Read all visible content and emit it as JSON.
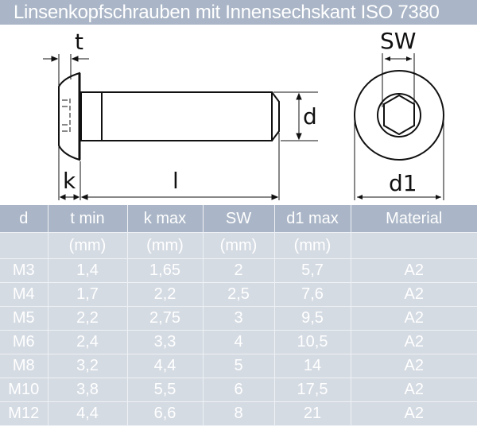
{
  "title": "Linsenkopfschrauben mit Innensechskant ISO 7380",
  "drawing": {
    "labels": {
      "t": "t",
      "k": "k",
      "l": "l",
      "d": "d",
      "sw": "SW",
      "d1": "d1"
    },
    "icons": [
      "side-view-screw-drawing",
      "top-view-hex-socket-drawing"
    ]
  },
  "table": {
    "headers": [
      "d",
      "t min",
      "k max",
      "SW",
      "d1 max",
      "Material"
    ],
    "units": [
      "",
      "(mm)",
      "(mm)",
      "(mm)",
      "(mm)",
      ""
    ],
    "rows": [
      [
        "M3",
        "1,4",
        "1,65",
        "2",
        "5,7",
        "A2"
      ],
      [
        "M4",
        "1,7",
        "2,2",
        "2,5",
        "7,6",
        "A2"
      ],
      [
        "M5",
        "2,2",
        "2,75",
        "3",
        "9,5",
        "A2"
      ],
      [
        "M6",
        "2,4",
        "3,3",
        "4",
        "10,5",
        "A2"
      ],
      [
        "M8",
        "3,2",
        "4,4",
        "5",
        "14",
        "A2"
      ],
      [
        "M10",
        "3,8",
        "5,5",
        "6",
        "17,5",
        "A2"
      ],
      [
        "M12",
        "4,4",
        "6,6",
        "8",
        "21",
        "A2"
      ]
    ]
  },
  "colors": {
    "header_bg": "#aab6c7",
    "row_bg": "#d5dbe3",
    "grid": "#eef1f5",
    "text": "#ffffff"
  }
}
